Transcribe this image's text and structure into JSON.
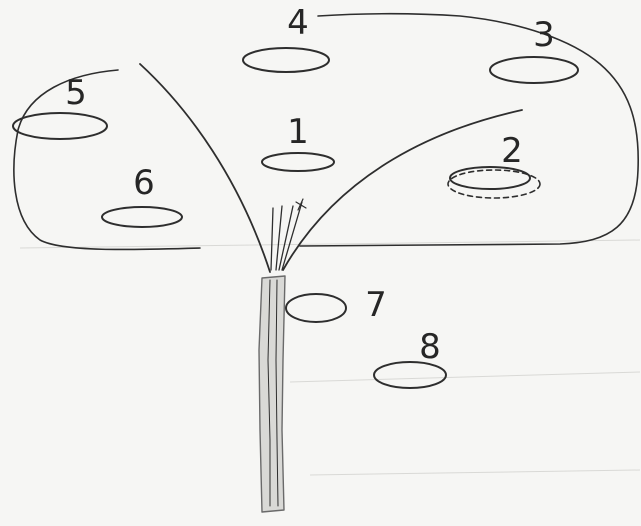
{
  "figure": {
    "ink_color": "#2e2e2e",
    "paper_color": "#f6f6f4",
    "trunk_fill": "#d9d9d6",
    "nodes": [
      {
        "id": "1",
        "label": "1",
        "style": "plain"
      },
      {
        "id": "2",
        "label": "2",
        "style": "dashed-halo"
      },
      {
        "id": "3",
        "label": "3",
        "style": "plain"
      },
      {
        "id": "4",
        "label": "4",
        "style": "plain"
      },
      {
        "id": "5",
        "label": "5",
        "style": "plain"
      },
      {
        "id": "6",
        "label": "6",
        "style": "plain"
      },
      {
        "id": "7",
        "label": "7",
        "style": "plain"
      },
      {
        "id": "8",
        "label": "8",
        "style": "plain"
      }
    ]
  }
}
